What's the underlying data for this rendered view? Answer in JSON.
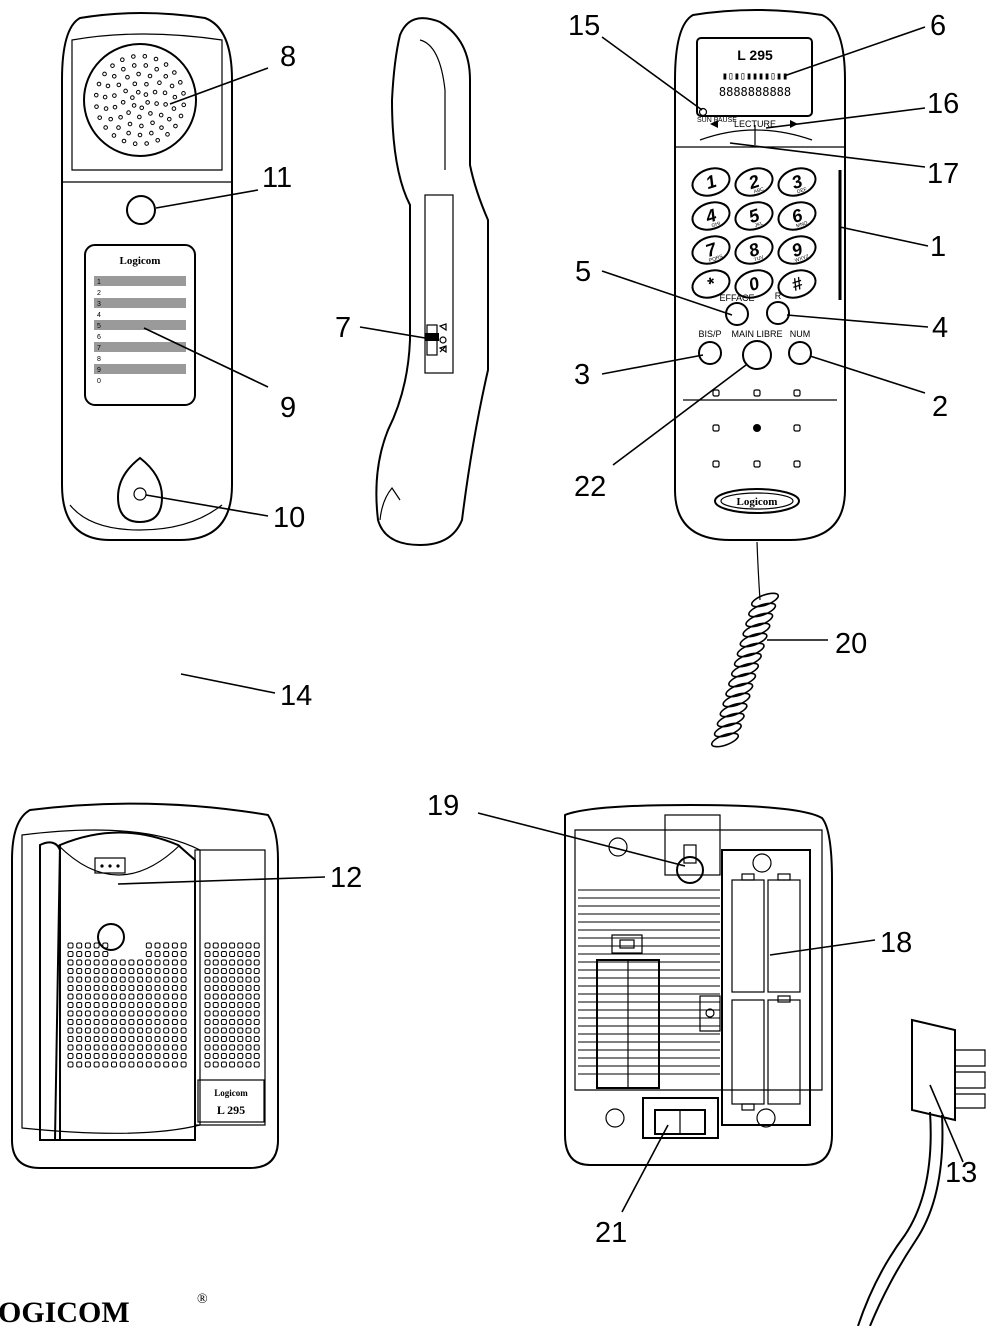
{
  "handset_front": {
    "brand": "Logicom",
    "directory_numbers": [
      "1",
      "2",
      "3",
      "4",
      "5",
      "6",
      "7",
      "8",
      "9",
      "0"
    ]
  },
  "handset_keypad": {
    "model": "L 295",
    "display_dots": "▮▯▮▯▮▮▮▮▯▮▮",
    "display_digits": "8888888888",
    "indicator_label": "SUN PAUSE",
    "lecture_label": "LECTURE",
    "keys": [
      {
        "digit": "1",
        "sub": ""
      },
      {
        "digit": "2",
        "sub": "ABC"
      },
      {
        "digit": "3",
        "sub": "DEF"
      },
      {
        "digit": "4",
        "sub": "GHI"
      },
      {
        "digit": "5",
        "sub": "JKL"
      },
      {
        "digit": "6",
        "sub": "MNO"
      },
      {
        "digit": "7",
        "sub": "PQRS"
      },
      {
        "digit": "8",
        "sub": "TUV"
      },
      {
        "digit": "9",
        "sub": "WXYZ"
      },
      {
        "digit": "*",
        "sub": ""
      },
      {
        "digit": "0",
        "sub": ""
      },
      {
        "digit": "#",
        "sub": ""
      }
    ],
    "efface_label": "EFFACE",
    "r_label": "R",
    "bis_label": "BIS/P",
    "main_libre_label": "MAIN LIBRE",
    "num_label": "NUM",
    "brand": "Logicom"
  },
  "base_front": {
    "brand": "Logicom",
    "model": "L 295"
  },
  "callouts": [
    "1",
    "2",
    "3",
    "4",
    "5",
    "6",
    "7",
    "8",
    "9",
    "10",
    "11",
    "12",
    "13",
    "14",
    "15",
    "16",
    "17",
    "18",
    "19",
    "20",
    "21",
    "22"
  ],
  "footer_logo": "OGICOM",
  "footer_logo_mark": "®"
}
